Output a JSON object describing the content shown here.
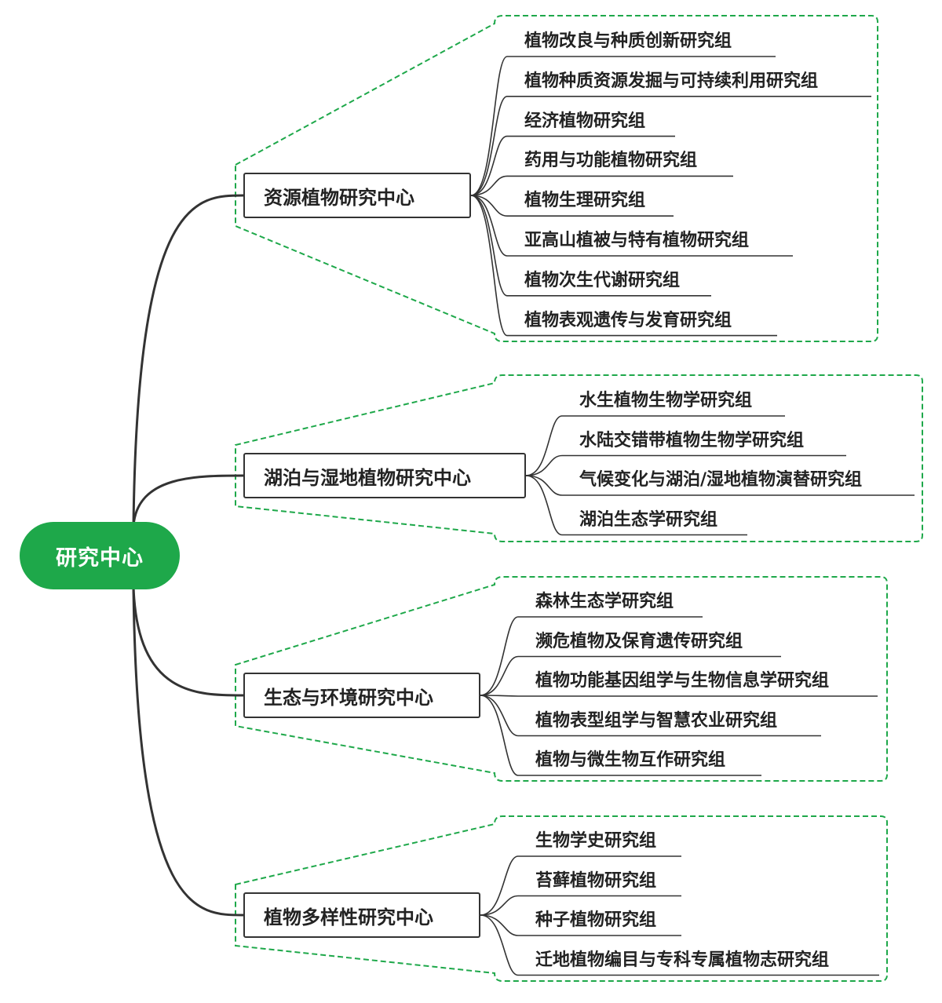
{
  "root": {
    "label": "研究中心"
  },
  "colors": {
    "accent": "#1ea84a",
    "dash": "#1ea84a",
    "line": "#333333"
  },
  "centers": [
    {
      "label": "资源植物研究中心",
      "groups": [
        "植物改良与种质创新研究组",
        "植物种质资源发掘与可持续利用研究组",
        "经济植物研究组",
        "药用与功能植物研究组",
        "植物生理研究组",
        "亚高山植被与特有植物研究组",
        "植物次生代谢研究组",
        "植物表观遗传与发育研究组"
      ]
    },
    {
      "label": "湖泊与湿地植物研究中心",
      "groups": [
        "水生植物生物学研究组",
        "水陆交错带植物生物学研究组",
        "气候变化与湖泊/湿地植物演替研究组",
        "湖泊生态学研究组"
      ]
    },
    {
      "label": "生态与环境研究中心",
      "groups": [
        "森林生态学研究组",
        "濒危植物及保育遗传研究组",
        "植物功能基因组学与生物信息学研究组",
        "植物表型组学与智慧农业研究组",
        "植物与微生物互作研究组"
      ]
    },
    {
      "label": "植物多样性研究中心",
      "groups": [
        "生物学史研究组",
        "苔藓植物研究组",
        "种子植物研究组",
        "迁地植物编目与专科专属植物志研究组"
      ]
    }
  ]
}
